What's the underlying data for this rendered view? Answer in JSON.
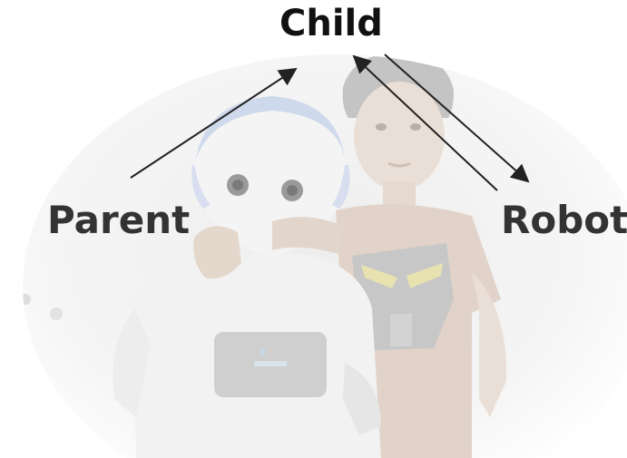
{
  "diagram": {
    "nodes": {
      "child": "Child",
      "parent": "Parent",
      "robot": "Robot"
    },
    "edges": [
      {
        "from": "Parent",
        "to": "Child"
      },
      {
        "from": "Child",
        "to": "Robot"
      },
      {
        "from": "Robot",
        "to": "Child"
      }
    ]
  },
  "colors": {
    "label": "#333333",
    "arrow": "#222222"
  }
}
